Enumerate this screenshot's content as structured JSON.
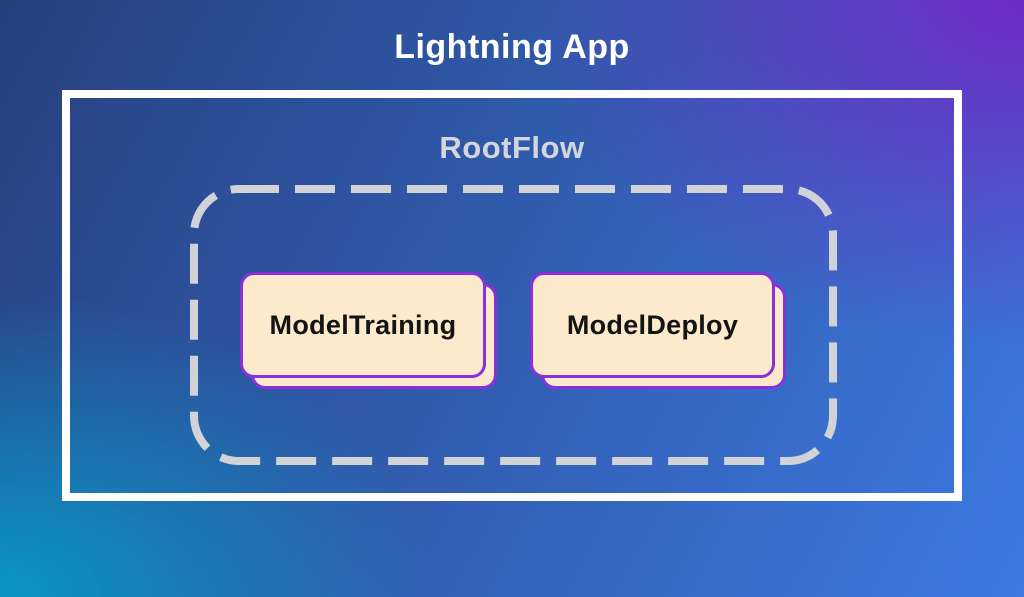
{
  "diagram": {
    "title": "Lightning App",
    "root_flow": {
      "label": "RootFlow",
      "components": [
        {
          "label": "ModelTraining"
        },
        {
          "label": "ModelDeploy"
        }
      ]
    },
    "colors": {
      "bg_top_left": "#26407E",
      "bg_top_right": "#6F2BC4",
      "bg_bottom_left": "#0A97C6",
      "bg_bottom_right": "#3D7AE2",
      "container_border": "#FFFFFF",
      "title_text": "#FFFFFF",
      "flow_label_text": "#D5D6DD",
      "dashed_border": "#D2D3D8",
      "card_fill": "#FBEACC",
      "card_border": "#8B30D9",
      "card_text": "#141414"
    }
  }
}
